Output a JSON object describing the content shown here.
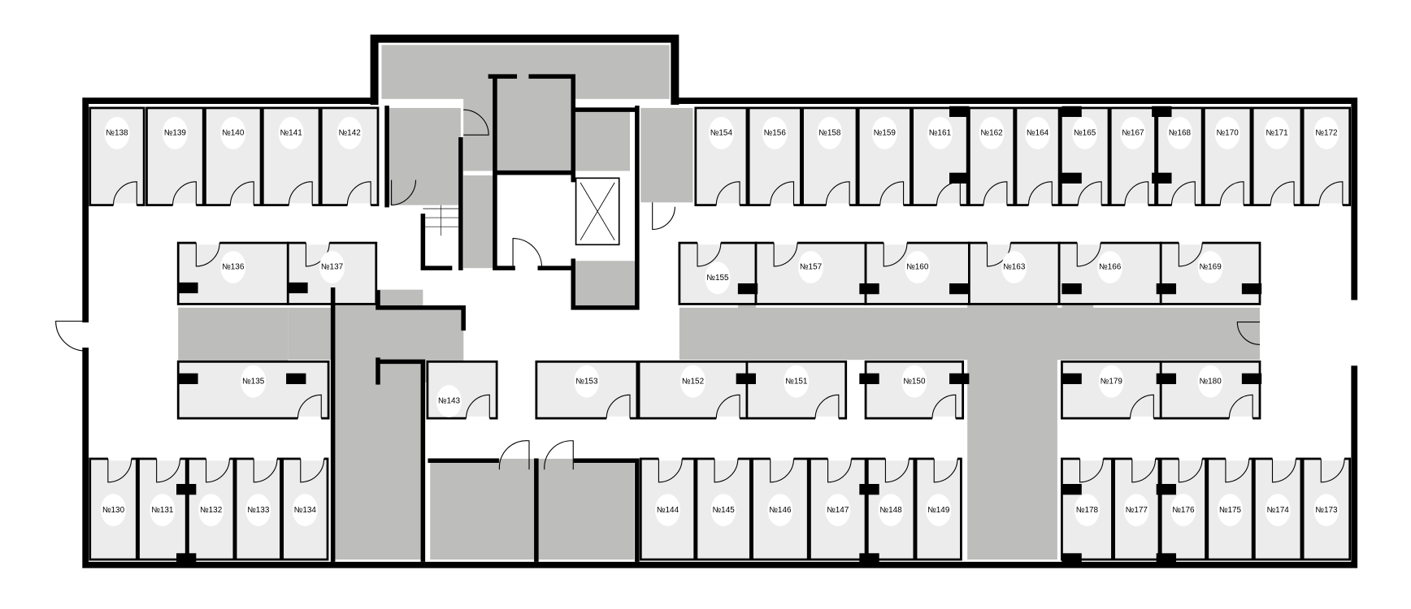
{
  "plan": {
    "rooms": [
      "№138",
      "№139",
      "№140",
      "№141",
      "№142",
      "№154",
      "№156",
      "№158",
      "№159",
      "№161",
      "№162",
      "№164",
      "№165",
      "№167",
      "№168",
      "№170",
      "№171",
      "№172",
      "№130",
      "№131",
      "№132",
      "№133",
      "№134",
      "№144",
      "№145",
      "№146",
      "№147",
      "№148",
      "№149",
      "№178",
      "№177",
      "№176",
      "№175",
      "№174",
      "№173",
      "№136",
      "№137",
      "№155",
      "№157",
      "№160",
      "№163",
      "№166",
      "№169",
      "№135",
      "№143",
      "№153",
      "№152",
      "№151",
      "№150",
      "№179",
      "№180"
    ],
    "colors": {
      "room": "#ececec",
      "common": "#bdbdbc",
      "wall": "#000000"
    }
  }
}
